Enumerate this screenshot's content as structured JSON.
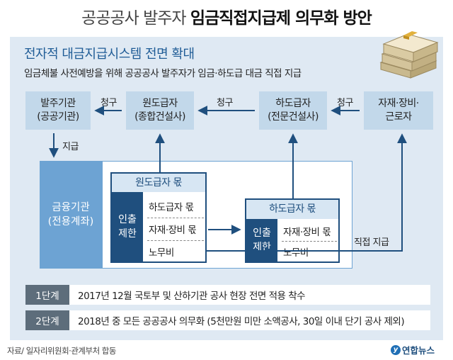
{
  "title": {
    "light": "공공공사 발주자",
    "bold": "임금직접지급제 의무화 방안"
  },
  "subtitle": "전자적 대금지급시스템 전면 확대",
  "description": "임금체불 사전예방을 위해 공공공사 발주자가 임금·하도급 대금 직접 지급",
  "nodes": {
    "orderer": [
      "발주기관",
      "(공공기관)"
    ],
    "prime": [
      "원도급자",
      "(종합건설사)"
    ],
    "sub": [
      "하도급자",
      "(전문건설사)"
    ],
    "workers": [
      "자재·장비·",
      "근로자"
    ]
  },
  "arrows": {
    "claim1": "청구",
    "claim2": "청구",
    "claim3": "청구",
    "pay": "지급",
    "pay2": "지급",
    "direct": "직접 지급"
  },
  "finance": [
    "금융기관",
    "(전용계좌)"
  ],
  "prime_box": {
    "head": "원도급자 몫",
    "lock": [
      "인출",
      "제한"
    ],
    "items": [
      "하도급자 몫",
      "자재·장비 몫",
      "노무비"
    ]
  },
  "sub_box": {
    "head": "하도급자 몫",
    "lock": [
      "인출",
      "제한"
    ],
    "items": [
      "자재·장비 몫",
      "노무비"
    ]
  },
  "steps": [
    {
      "badge": "1단계",
      "text": "2017년 12월 국토부 및 산하기관 공사 현장 전면 적용 착수"
    },
    {
      "badge": "2단계",
      "text": "2018년 중 모든 공공공사 의무화 (5천만원 미만 소액공사, 30일 이내 단기 공사 제외)"
    }
  ],
  "source": "자료/ 일자리위원회·관계부처 합동",
  "credit": "연합뉴스",
  "colors": {
    "panel": "#dfe9f3",
    "node": "#c2d8ea",
    "finance": "#6da3d3",
    "dark_blue": "#1f4f7e",
    "step_badge": "#5d6d7b"
  }
}
